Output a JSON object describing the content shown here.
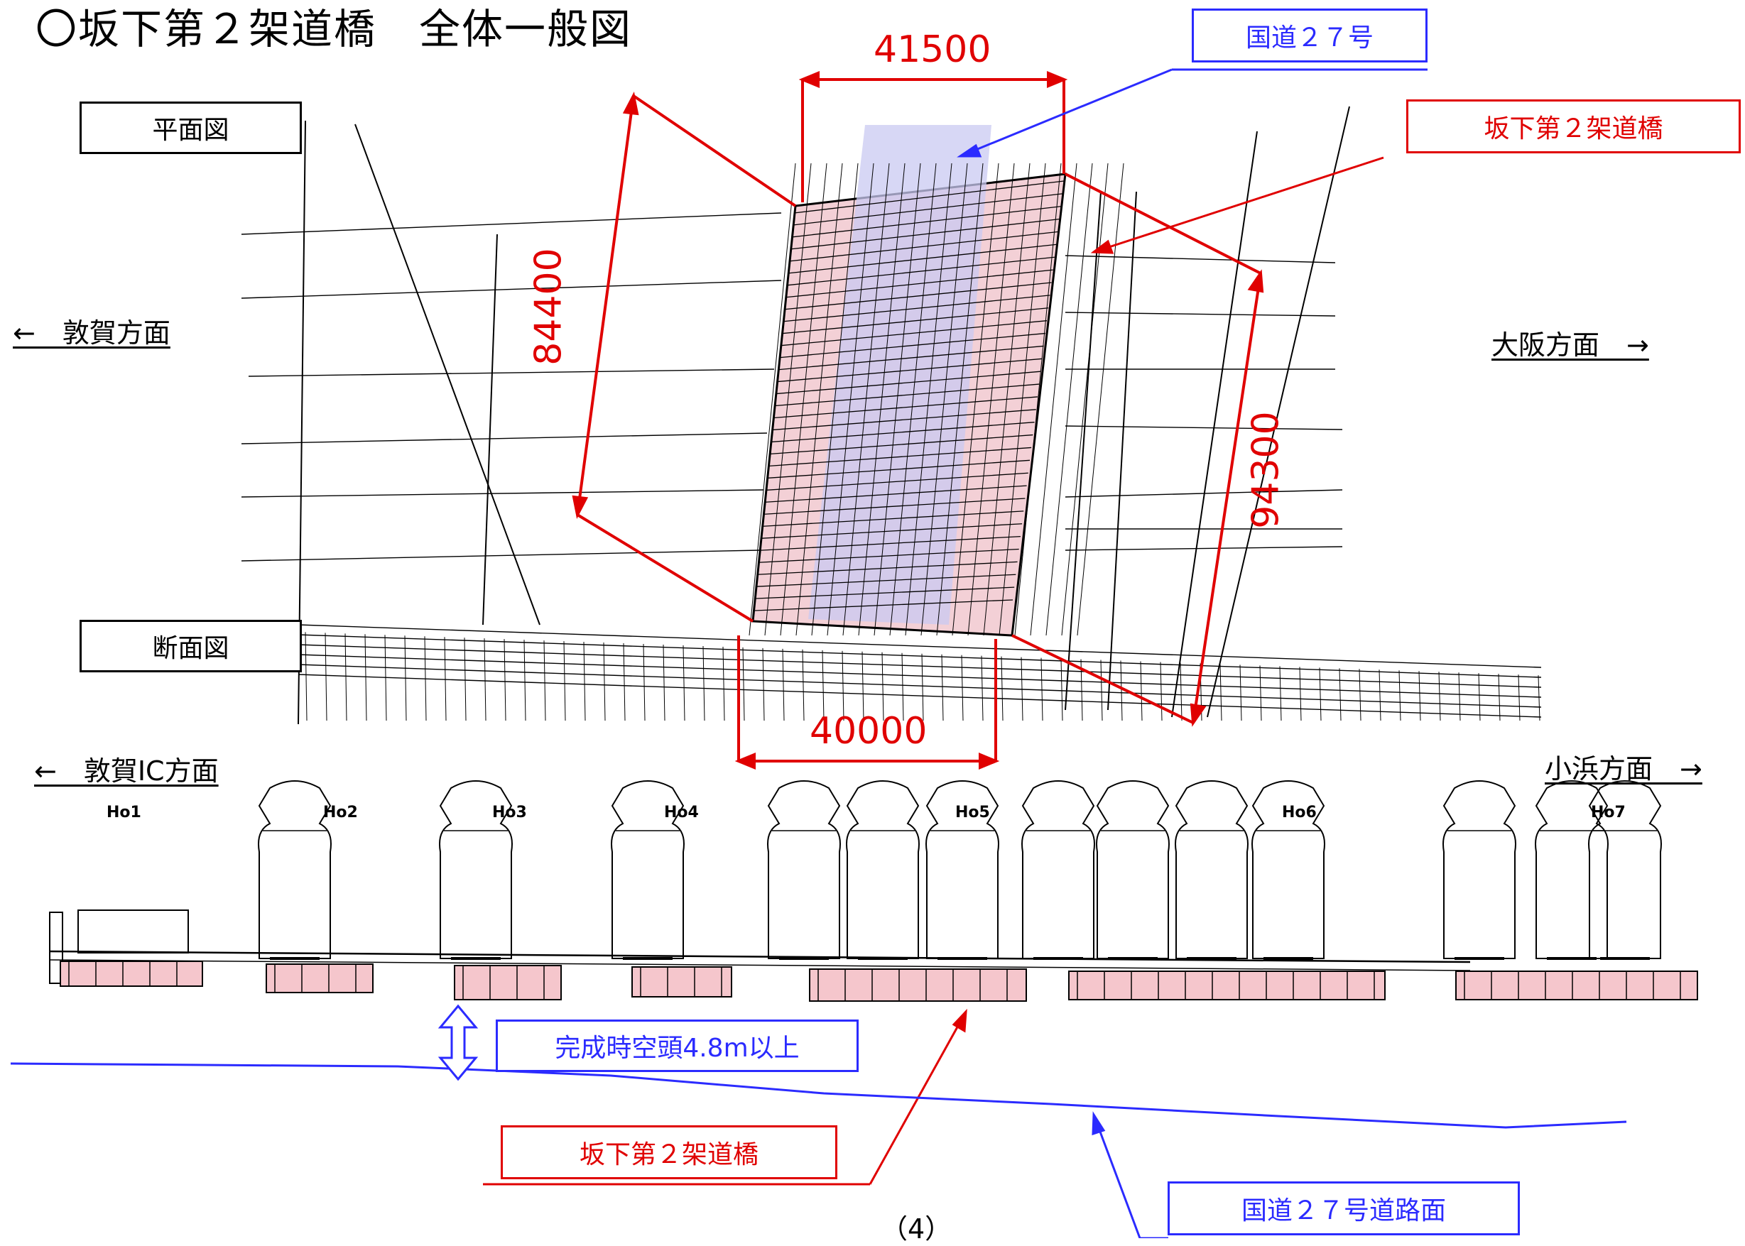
{
  "title": "〇坂下第２架道橋　全体一般図",
  "views": {
    "plan_label": "平面図",
    "section_label": "断面図"
  },
  "directions": {
    "plan_left": "←　敦賀方面",
    "plan_right": "大阪方面　→",
    "section_left": "←　敦賀IC方面",
    "section_right": "小浜方面　→"
  },
  "dimensions": {
    "top_width": "41500",
    "bottom_width": "40000",
    "left_length": "84400",
    "right_length": "94300"
  },
  "callouts": {
    "route27": "国道２７号",
    "bridge_plan": "坂下第２架道橋",
    "bridge_section": "坂下第２架道橋",
    "clearance": "完成時空頭4.8m以上",
    "route27_surface": "国道２７号道路面"
  },
  "section_tracks": [
    "Ho1",
    "Ho2",
    "Ho3",
    "Ho4",
    "Ho5",
    "Ho6",
    "Ho7"
  ],
  "page_number": "（4）",
  "colors": {
    "dimension": "#e00000",
    "callout_blue": "#2b2bff",
    "bridge_fill": "#f5c6cc",
    "road_fill": "#c8c8f5"
  }
}
